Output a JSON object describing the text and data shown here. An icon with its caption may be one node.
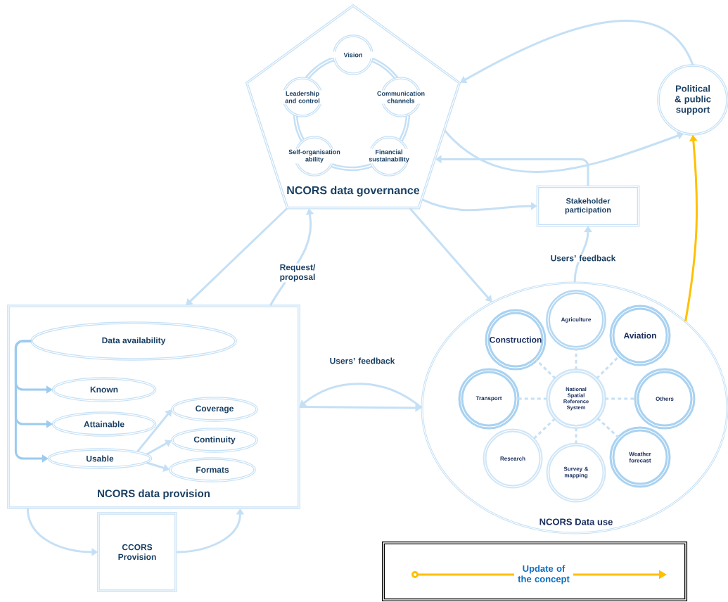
{
  "diagram": {
    "nodes": [
      {
        "text": [
          "NCORS data governance"
        ]
      },
      {
        "text": [
          "Vision"
        ],
        "in": 0
      },
      {
        "text": [
          "Communication channels"
        ],
        "in": 0
      },
      {
        "text": [
          "Financial sustainability"
        ],
        "in": 0
      },
      {
        "text": [
          "Self-organisation ability"
        ],
        "in": 0
      },
      {
        "text": [
          "Leadership and control"
        ],
        "in": 0
      },
      {
        "text": [
          "Political & public support"
        ]
      },
      {
        "text": [
          "Stakeholder participation"
        ]
      },
      {
        "text": [
          "NCORS data provision"
        ]
      },
      {
        "text": [
          "Data availability"
        ],
        "in": 8
      },
      {
        "text": [
          "Known"
        ],
        "in": 8
      },
      {
        "text": [
          "Attainable"
        ],
        "in": 8
      },
      {
        "text": [
          "Usable"
        ],
        "in": 8
      },
      {
        "text": [
          "Coverage"
        ],
        "in": 8
      },
      {
        "text": [
          "Continuity"
        ],
        "in": 8
      },
      {
        "text": [
          "Formats"
        ],
        "in": 8
      },
      {
        "text": [
          "CCORS Provision"
        ]
      },
      {
        "text": [
          "NCORS Data use"
        ]
      },
      {
        "text": [
          "National Spatial Reference System"
        ],
        "in": 17
      },
      {
        "text": [
          "Agriculture"
        ],
        "in": 17
      },
      {
        "text": [
          "Aviation"
        ],
        "in": 17
      },
      {
        "text": [
          "Others"
        ],
        "in": 17
      },
      {
        "text": [
          "Weather forecast"
        ],
        "in": 17
      },
      {
        "text": [
          "Survey & mapping"
        ],
        "in": 17
      },
      {
        "text": [
          "Research"
        ],
        "in": 17
      },
      {
        "text": [
          "Transport"
        ],
        "in": 17
      },
      {
        "text": [
          "Construction"
        ],
        "in": 17
      }
    ],
    "edges": [
      {
        "from": 6,
        "to": 0,
        "arrow": "to"
      },
      {
        "from": 0,
        "to": 6,
        "arrow": "to"
      },
      {
        "from": 7,
        "to": 0,
        "arrow": "to"
      },
      {
        "from": 0,
        "to": 7,
        "arrow": "to"
      },
      {
        "from": 0,
        "to": 17,
        "arrow": "to"
      },
      {
        "from": 0,
        "to": 8,
        "arrow": "to"
      },
      {
        "from": 8,
        "to": 0,
        "arrow": "to",
        "label": "Request/ proposal"
      },
      {
        "from": 17,
        "to": 7,
        "arrow": "to",
        "label": "Users’ feedback"
      },
      {
        "from": 8,
        "to": 17,
        "arrow": "to"
      },
      {
        "from": 17,
        "to": 8,
        "arrow": "to",
        "label": "Users’ feedback"
      },
      {
        "from": 17,
        "to": 6,
        "arrow": "to",
        "color": "#ffc000"
      },
      {
        "from": 9,
        "to": 10,
        "arrow": "to",
        "color": "#9ccbef"
      },
      {
        "from": 9,
        "to": 11,
        "arrow": "to",
        "color": "#9ccbef"
      },
      {
        "from": 9,
        "to": 12,
        "arrow": "to",
        "color": "#9ccbef"
      },
      {
        "from": 12,
        "to": 13,
        "arrow": "to"
      },
      {
        "from": 12,
        "to": 14,
        "arrow": "to"
      },
      {
        "from": 12,
        "to": 15,
        "arrow": "to"
      },
      {
        "from": 8,
        "to": 16,
        "arrow": "to"
      },
      {
        "from": 16,
        "to": 8,
        "arrow": "to"
      },
      {
        "from": 18,
        "to": 19,
        "arrow": "none",
        "style": "dashed"
      },
      {
        "from": 18,
        "to": 20,
        "arrow": "none",
        "style": "dashed"
      },
      {
        "from": 18,
        "to": 21,
        "arrow": "none",
        "style": "dashed"
      },
      {
        "from": 18,
        "to": 22,
        "arrow": "none",
        "style": "dashed"
      },
      {
        "from": 18,
        "to": 23,
        "arrow": "none",
        "style": "dashed"
      },
      {
        "from": 18,
        "to": 24,
        "arrow": "none",
        "style": "dashed"
      },
      {
        "from": 18,
        "to": 25,
        "arrow": "none",
        "style": "dashed"
      },
      {
        "from": 18,
        "to": 26,
        "arrow": "none",
        "style": "dashed"
      }
    ],
    "legend": [
      {
        "text": "Update of the concept"
      }
    ]
  }
}
